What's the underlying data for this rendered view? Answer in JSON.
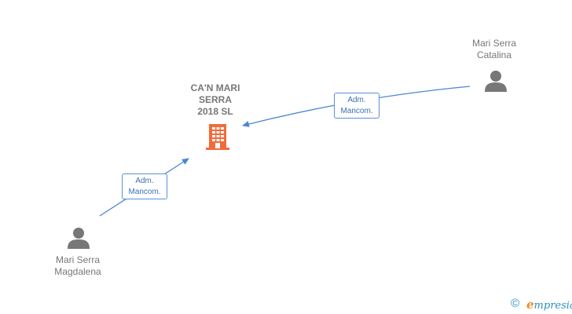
{
  "company": {
    "name": "CA'N MARI\nSERRA\n2018  SL",
    "icon": "building-icon",
    "color": "#f26b3a"
  },
  "persons": [
    {
      "id": "catalina",
      "name": "Mari Serra\nCatalina",
      "icon": "person-icon"
    },
    {
      "id": "magdalena",
      "name": "Mari Serra\nMagdalena",
      "icon": "person-icon"
    }
  ],
  "relations": [
    {
      "from": "catalina",
      "to": "company",
      "label_line1": "Adm.",
      "label_line2": "Mancom."
    },
    {
      "from": "magdalena",
      "to": "company",
      "label_line1": "Adm.",
      "label_line2": "Mancom."
    }
  ],
  "colors": {
    "edge": "#4a86d4",
    "label_text": "#777777",
    "person_icon": "#777777"
  },
  "brand": {
    "copyright_symbol": "©",
    "initial": "e",
    "rest": "mpresia"
  }
}
